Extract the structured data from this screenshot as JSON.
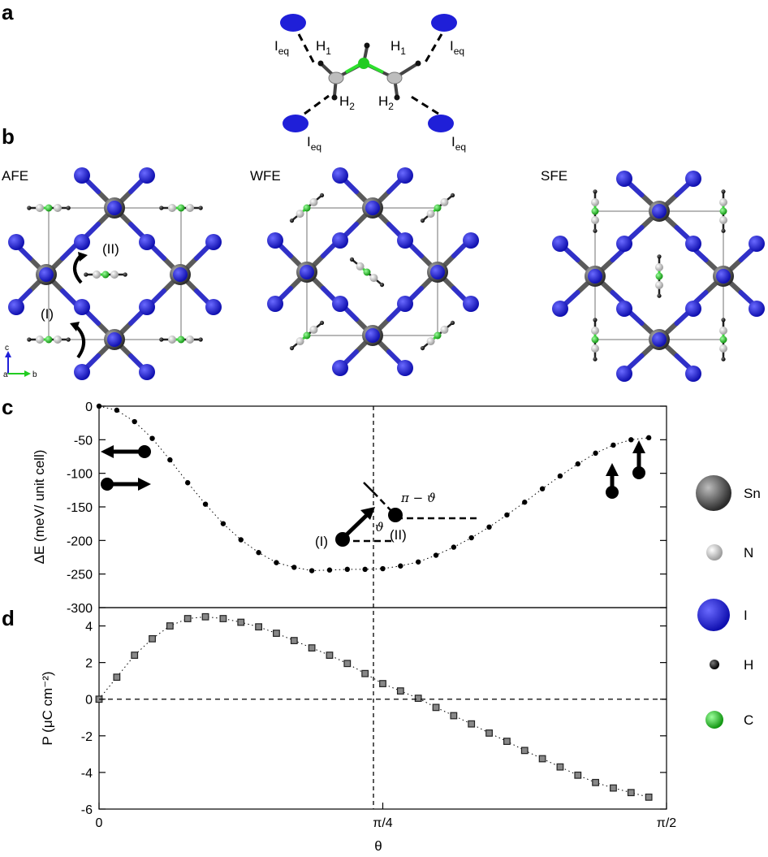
{
  "panels": {
    "a": "a",
    "b": "b",
    "c": "c",
    "d": "d"
  },
  "panel_a": {
    "i_label": "I",
    "i_sub": "eq",
    "h1_label": "H",
    "h1_sub": "1",
    "h2_label": "H",
    "h2_sub": "2"
  },
  "panel_b": {
    "structures": [
      "AFE",
      "WFE",
      "SFE"
    ],
    "rot_labels": [
      "(II)",
      "(I)"
    ],
    "axes": {
      "c": "c",
      "a": "a",
      "b": "b"
    }
  },
  "legend": {
    "items": [
      {
        "label": "Sn",
        "color": "#5a5a5a"
      },
      {
        "label": "N",
        "color": "#c8c8c8"
      },
      {
        "label": "I",
        "color": "#1f1fd8"
      },
      {
        "label": "H",
        "color": "#111111"
      },
      {
        "label": "C",
        "color": "#22cc22"
      }
    ]
  },
  "inset": {
    "angle_label": "π − ϑ",
    "theta_label": "ϑ",
    "mol1": "(I)",
    "mol2": "(II)"
  },
  "chart_data": [
    {
      "type": "scatter",
      "panel": "c",
      "ylabel": "ΔE (meV/ unit cell)",
      "xlabel": "",
      "xlim": [
        0,
        1.5708
      ],
      "ylim": [
        -300,
        0
      ],
      "yticks": [
        "0",
        "-50",
        "-100",
        "-150",
        "-200",
        "-250",
        "-300"
      ],
      "ytick_values": [
        0,
        -50,
        -100,
        -150,
        -200,
        -250,
        -300
      ],
      "x": [
        0,
        0.0491,
        0.0982,
        0.1473,
        0.1963,
        0.2454,
        0.2945,
        0.3436,
        0.3927,
        0.4418,
        0.4909,
        0.54,
        0.589,
        0.6381,
        0.6872,
        0.7363,
        0.7854,
        0.8345,
        0.8836,
        0.9327,
        0.9817,
        1.0308,
        1.0799,
        1.129,
        1.1781,
        1.2272,
        1.2763,
        1.3254,
        1.3744,
        1.4235,
        1.4726,
        1.5217
      ],
      "y": [
        0,
        -6,
        -23,
        -48,
        -80,
        -114,
        -146,
        -175,
        -199,
        -218,
        -233,
        -240,
        -245,
        -244,
        -243,
        -243,
        -242,
        -238,
        -232,
        -222,
        -210,
        -196,
        -180,
        -162,
        -143,
        -123,
        -104,
        -86,
        -70,
        -58,
        -50,
        -47
      ]
    },
    {
      "type": "scatter",
      "panel": "d",
      "ylabel": "P (μC cm⁻²)",
      "xlabel": "θ",
      "xlim": [
        0,
        1.5708
      ],
      "ylim": [
        -6,
        5
      ],
      "yticks": [
        "4",
        "2",
        "0",
        "-2",
        "-4",
        "-6"
      ],
      "ytick_values": [
        4,
        2,
        0,
        -2,
        -4,
        -6
      ],
      "xticks": [
        "0",
        "π/4",
        "π/2"
      ],
      "xtick_values": [
        0,
        0.7854,
        1.5708
      ],
      "x": [
        0,
        0.0491,
        0.0982,
        0.1473,
        0.1963,
        0.2454,
        0.2945,
        0.3436,
        0.3927,
        0.4418,
        0.4909,
        0.54,
        0.589,
        0.6381,
        0.6872,
        0.7363,
        0.7854,
        0.8345,
        0.8836,
        0.9327,
        0.9817,
        1.0308,
        1.0799,
        1.129,
        1.1781,
        1.2272,
        1.2763,
        1.3254,
        1.3744,
        1.4235,
        1.4726,
        1.5217
      ],
      "y": [
        0,
        1.2,
        2.4,
        3.3,
        4.0,
        4.4,
        4.5,
        4.4,
        4.2,
        3.95,
        3.6,
        3.2,
        2.8,
        2.4,
        1.95,
        1.4,
        0.85,
        0.45,
        0.05,
        -0.45,
        -0.9,
        -1.35,
        -1.85,
        -2.3,
        -2.8,
        -3.25,
        -3.7,
        -4.15,
        -4.55,
        -4.85,
        -5.1,
        -5.35
      ]
    }
  ]
}
